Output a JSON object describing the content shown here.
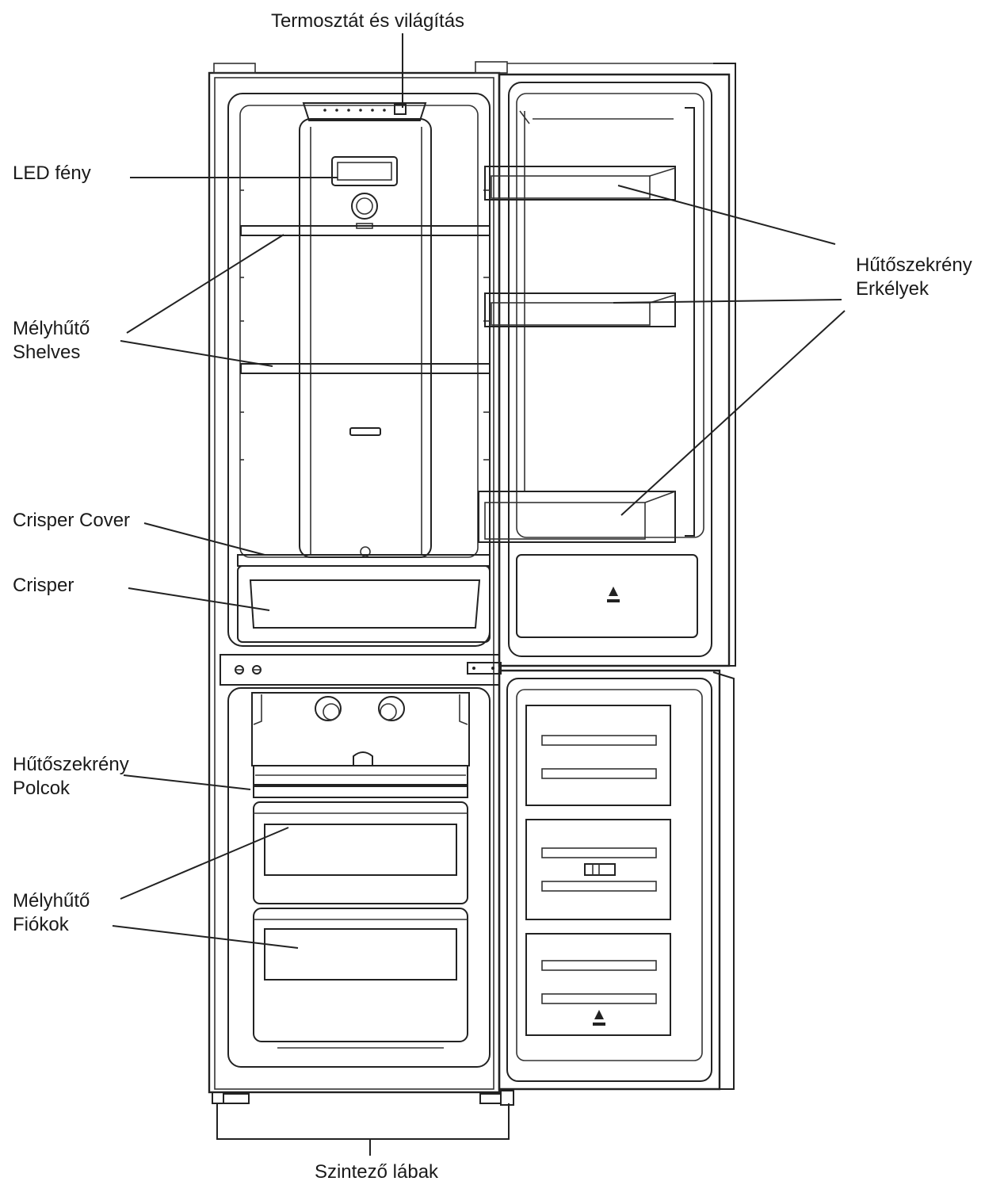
{
  "labels": {
    "thermostat": "Termosztát és világítás",
    "led": "LED fény",
    "freezer_shelves_1": "Mélyhűtő",
    "freezer_shelves_2": "Shelves",
    "crisper_cover": "Crisper Cover",
    "crisper": "Crisper",
    "fridge_shelves_1": "Hűtőszekrény",
    "fridge_shelves_2": "Polcok",
    "freezer_drawers_1": "Mélyhűtő",
    "freezer_drawers_2": "Fiókok",
    "door_balconies_1": "Hűtőszekrény",
    "door_balconies_2": "Erkélyek",
    "leveling_feet": "Szintező lábak"
  },
  "colors": {
    "line": "#222222",
    "background": "#ffffff"
  }
}
